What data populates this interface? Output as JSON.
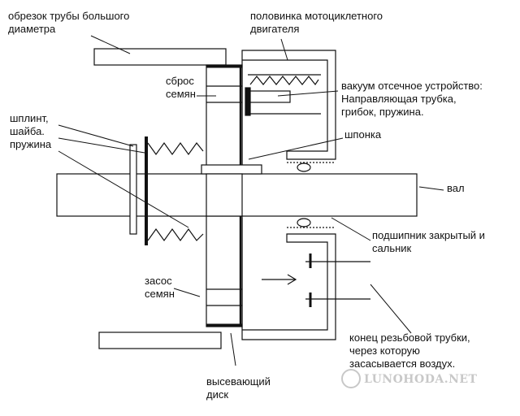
{
  "labels": {
    "pipe": [
      "обрезок трубы большого",
      "диаметра"
    ],
    "engine_half": [
      "половинка мотоциклетного",
      "двигателя"
    ],
    "seed_release": [
      "сброс",
      "семян"
    ],
    "vacuum_cutoff": [
      "вакуум отсечное устройство:",
      "Направляющая трубка,",
      "грибок, пружина."
    ],
    "pin_washer_spring": [
      "шплинт,",
      "шайба.",
      "пружина"
    ],
    "key": [
      "шпонка"
    ],
    "shaft": [
      "вал"
    ],
    "bearing": [
      "подшипник закрытый и",
      "сальник"
    ],
    "seed_suction": [
      "засос",
      "семян"
    ],
    "threaded_tube": [
      "конец резьбовой трубки,",
      "через которую",
      "засасывается воздух."
    ],
    "sowing_disc": [
      "высевающий",
      "диск"
    ]
  },
  "watermark": "LUNOHODA.NET",
  "colors": {
    "ink": "#111111",
    "background": "#ffffff",
    "watermark": "#c8c8c8"
  }
}
